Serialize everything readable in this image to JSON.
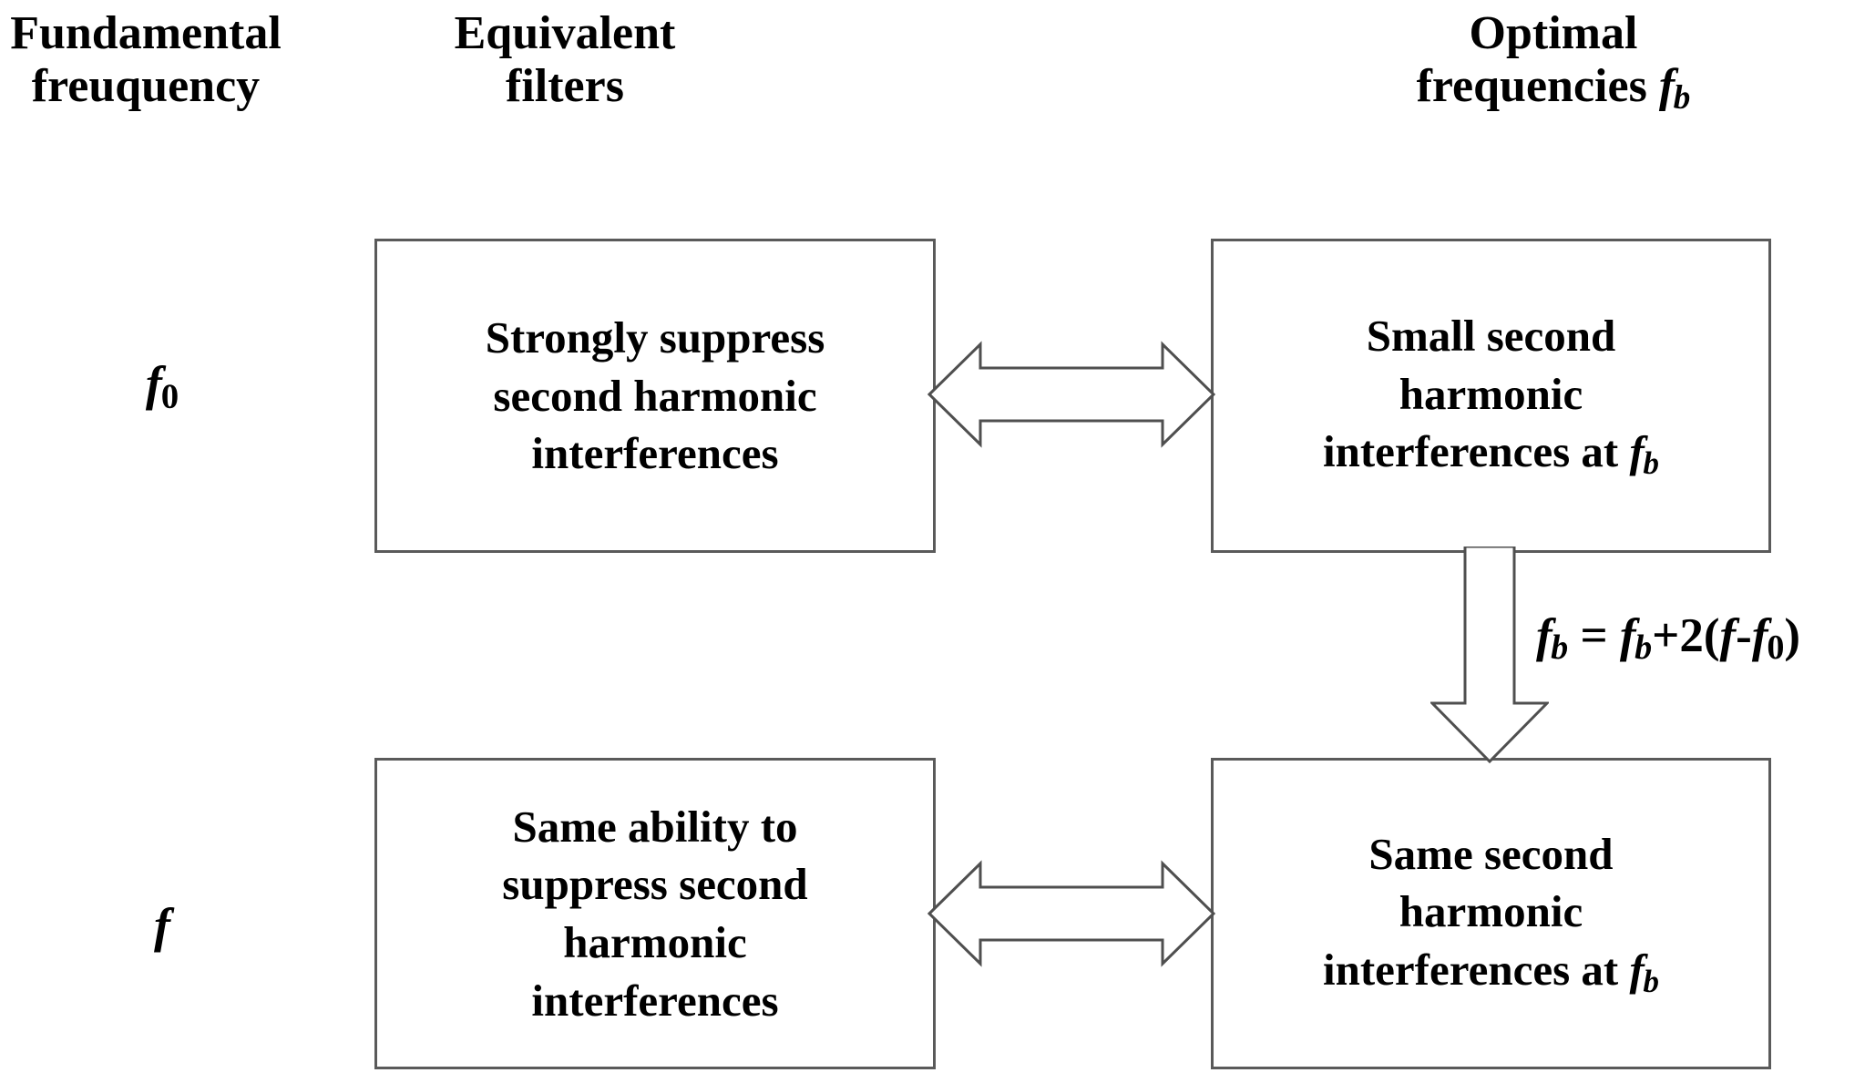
{
  "diagram": {
    "title_row": {
      "fundamental_frequency": "Fundamental\nfreuquency",
      "equivalent_filters": "Equivalent\nfilters",
      "optimal_frequencies_prefix": "Optimal\nfrequencies ",
      "optimal_frequencies_var": "f",
      "optimal_frequencies_sub": "b"
    },
    "rows": [
      {
        "label_var": "f",
        "label_sub": "0",
        "filter_box": "Strongly suppress\nsecond harmonic\ninterferences",
        "freq_box_prefix": "Small second\nharmonic\ninterferences at ",
        "freq_box_var": "f",
        "freq_box_sub": "b"
      },
      {
        "label_var": "f",
        "label_sub": "",
        "filter_box": "Same ability to\nsuppress second\nharmonic\ninterferences",
        "freq_box_prefix": "Same second\nharmonic\ninterferences at ",
        "freq_box_var": "f",
        "freq_box_sub": "b"
      }
    ],
    "connectors": {
      "top_horizontal": "double-headed-horizontal-arrow",
      "bottom_horizontal": "double-headed-horizontal-arrow",
      "vertical": "down-arrow"
    },
    "formula": {
      "lhs_var": "f",
      "lhs_sub": "b",
      "equals": " = ",
      "rhs_var1": "f",
      "rhs_sub1": "b",
      "plus": "+2(",
      "rhs_var2": "f",
      "minus": "-",
      "rhs_var3": "f",
      "rhs_sub3": "0",
      "close": ")"
    },
    "colors": {
      "box_border": "#5a5a5a",
      "arrow_stroke": "#4f4f4f",
      "text": "#000000",
      "background": "#ffffff"
    }
  }
}
